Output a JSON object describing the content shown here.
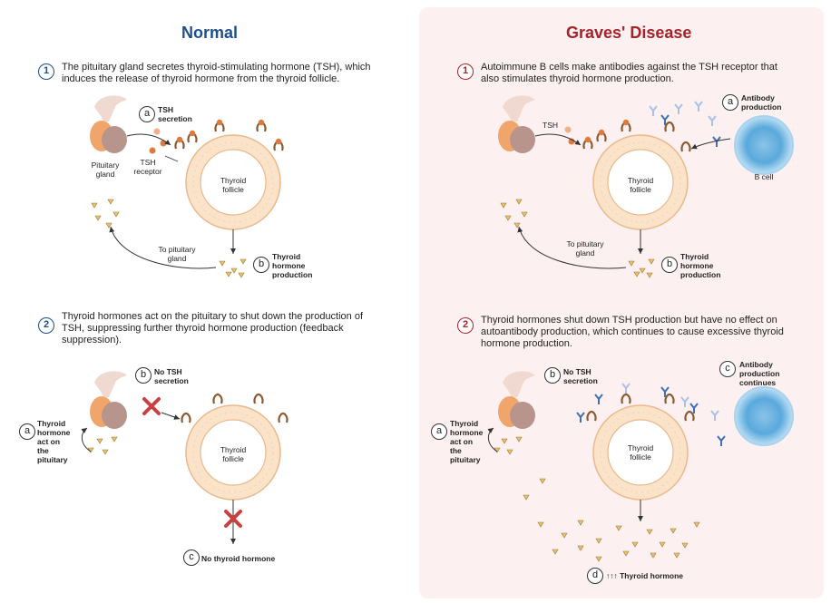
{
  "normal": {
    "title": "Normal",
    "step1": {
      "num": "1",
      "text": "The pituitary gland secretes thyroid-stimulating hormone (TSH), which induces the release of thyroid hormone from the thyroid follicle."
    },
    "step2": {
      "num": "2",
      "text": "Thyroid hormones act on the pituitary to shut down the production of TSH, suppressing further thyroid hormone production (feedback suppression)."
    },
    "d1": {
      "a_letter": "a",
      "a_label": "TSH secretion",
      "pituitary_label": "Pituitary gland",
      "receptor_label": "TSH receptor",
      "follicle_label": "Thyroid follicle",
      "to_pituitary": "To pituitary gland",
      "b_letter": "b",
      "b_label": "Thyroid hormone production"
    },
    "d2": {
      "a_letter": "a",
      "a_label": "Thyroid hormone act on the pituitary",
      "b_letter": "b",
      "b_label": "No TSH secretion",
      "follicle_label": "Thyroid follicle",
      "c_letter": "c",
      "c_label": "No thyroid hormone"
    }
  },
  "graves": {
    "title": "Graves' Disease",
    "step1": {
      "num": "1",
      "text": "Autoimmune B cells make antibodies against the TSH receptor that also stimulates thyroid hormone production."
    },
    "step2": {
      "num": "2",
      "text": "Thyroid hormones shut down TSH production but have no effect on autoantibody production, which continues to cause excessive thyroid hormone production."
    },
    "d1": {
      "tsh_label": "TSH",
      "a_letter": "a",
      "a_label": "Antibody production",
      "bcell_label": "B cell",
      "follicle_label": "Thyroid follicle",
      "to_pituitary": "To pituitary gland",
      "b_letter": "b",
      "b_label": "Thyroid hormone production"
    },
    "d2": {
      "a_letter": "a",
      "a_label": "Thyroid hormone act on the pituitary",
      "b_letter": "b",
      "b_label": "No TSH secretion",
      "c_letter": "c",
      "c_label": "Antibody production continues",
      "follicle_label": "Thyroid follicle",
      "d_letter": "d",
      "d_label": "↑↑↑ Thyroid hormone"
    }
  },
  "colors": {
    "normal_title": "#1d4f8c",
    "graves_title": "#a5232a",
    "graves_bg": "#fdf0f0",
    "follicle": "#f9d9b8",
    "tsh": "#e07a3c",
    "hormone": "#e8c070",
    "antibody": "#3f6fb5",
    "bcell": "#5aa9dc",
    "cross": "#c94040"
  }
}
